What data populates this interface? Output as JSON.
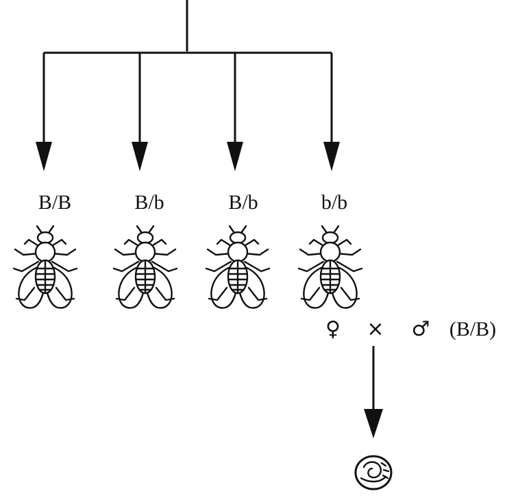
{
  "genotypes": [
    "B/B",
    "B/b",
    "B/b",
    "b/b"
  ],
  "cross": {
    "female_symbol": "♀",
    "times_symbol": "×",
    "male_symbol": "♂",
    "male_genotype": "(B/B)"
  },
  "icons": {
    "fly": "fruit-fly-icon",
    "embryo": "embryo-icon"
  }
}
